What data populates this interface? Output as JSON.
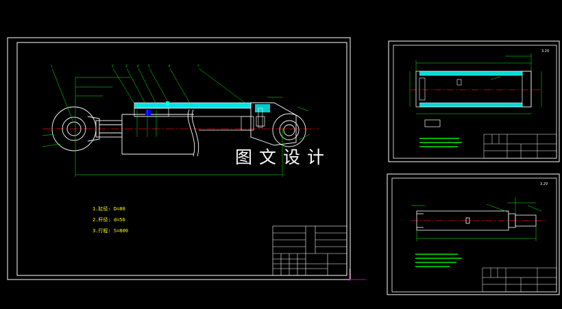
{
  "watermark": "图文设计",
  "main_specs": [
    "1.缸径: D=80",
    "2.杆径: d=56",
    "3.行程: S=800"
  ],
  "colors": {
    "background": "#000000",
    "frame": "#ffffff",
    "dimension": "#00ff00",
    "centerline": "#ff0000",
    "section_hatch": "#00ffff",
    "specs_text": "#ffff00",
    "seal_part": "#0000ff",
    "axis": "#ff00ff"
  },
  "views": [
    "hydraulic-cylinder-assembly",
    "cylinder-barrel-part",
    "piston-rod-part"
  ]
}
